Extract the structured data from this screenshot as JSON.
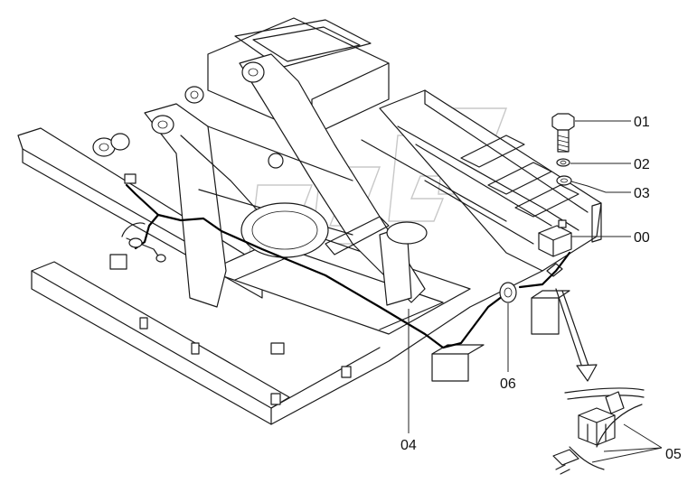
{
  "callouts": [
    {
      "id": "bolt",
      "label": "01"
    },
    {
      "id": "washer",
      "label": "02"
    },
    {
      "id": "washer2",
      "label": "03"
    },
    {
      "id": "assembly",
      "label": "00"
    },
    {
      "id": "harness",
      "label": "04"
    },
    {
      "id": "grommet",
      "label": "06"
    },
    {
      "id": "clamps",
      "label": "05"
    }
  ]
}
